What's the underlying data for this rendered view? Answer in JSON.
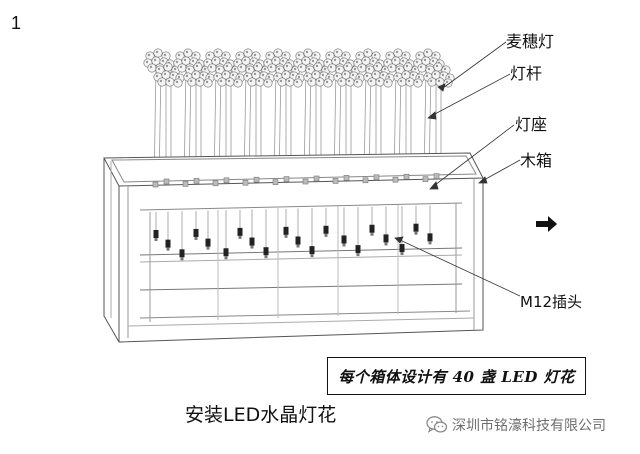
{
  "page_number": "1",
  "labels": {
    "lamp": "麦穗灯",
    "rod": "灯杆",
    "base": "灯座",
    "box": "木箱",
    "plug": "M12插头"
  },
  "note": "每个箱体设计有 40 盏 LED 灯花",
  "caption": "安装LED水晶灯花",
  "watermark": "深圳市铭濠科技有限公司",
  "icons": [
    "arrow-right-icon",
    "wechat-logo-icon"
  ]
}
